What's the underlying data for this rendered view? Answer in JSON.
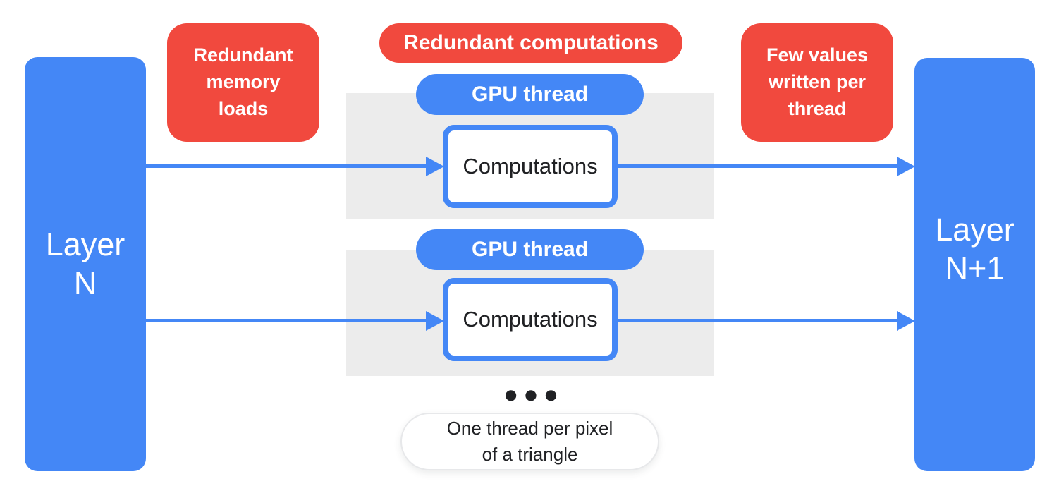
{
  "colors": {
    "accent_blue": "#4487F6",
    "accent_red": "#F1493E",
    "panel_gray": "#ECECEC",
    "text_dark": "#202124"
  },
  "layer_left": {
    "label": "Layer\nN"
  },
  "layer_right": {
    "label": "Layer\nN+1"
  },
  "callouts": {
    "memory_loads": {
      "label": "Redundant\nmemory\nloads"
    },
    "redundant_computations": {
      "label": "Redundant computations"
    },
    "few_values": {
      "label": "Few values\nwritten per\nthread"
    }
  },
  "threads": [
    {
      "pill_label": "GPU thread",
      "box_label": "Computations"
    },
    {
      "pill_label": "GPU thread",
      "box_label": "Computations"
    }
  ],
  "ellipsis_icon": "●●●",
  "note_pill": {
    "label": "One thread per pixel\nof a triangle"
  }
}
